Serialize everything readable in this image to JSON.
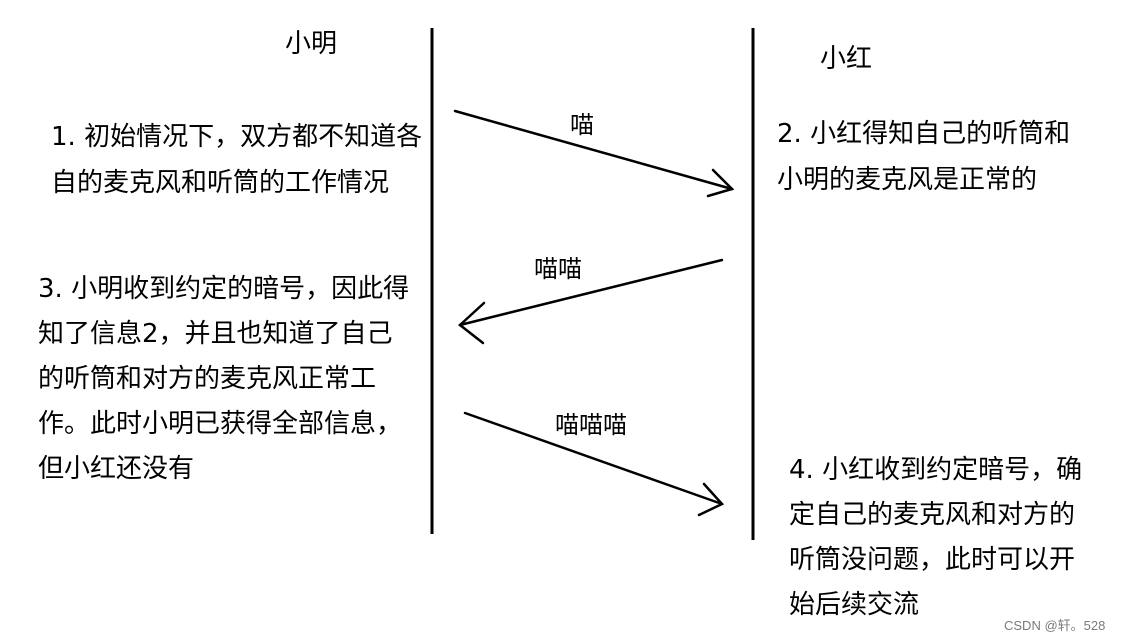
{
  "participants": {
    "left": "小明",
    "right": "小红"
  },
  "notes": {
    "step1_line1": "1. 初始情况下，双方都不知道各",
    "step1_line2": "自的麦克风和听筒的工作情况",
    "step2_line1": "2. 小红得知自己的听筒和",
    "step2_line2": "小明的麦克风是正常的",
    "step3_line1": "3. 小明收到约定的暗号，因此得",
    "step3_line2": "知了信息2，并且也知道了自己",
    "step3_line3": "的听筒和对方的麦克风正常工",
    "step3_line4": "作。此时小明已获得全部信息，",
    "step3_line5": "但小红还没有",
    "step4_line1": "4. 小红收到约定暗号，确",
    "step4_line2": "定自己的麦克风和对方的",
    "step4_line3": "听筒没问题，此时可以开",
    "step4_line4": "始后续交流"
  },
  "messages": [
    {
      "label": "喵",
      "direction": "left-to-right"
    },
    {
      "label": "喵喵",
      "direction": "right-to-left"
    },
    {
      "label": "喵喵喵",
      "direction": "left-to-right"
    }
  ],
  "watermark": "CSDN @轩。528"
}
